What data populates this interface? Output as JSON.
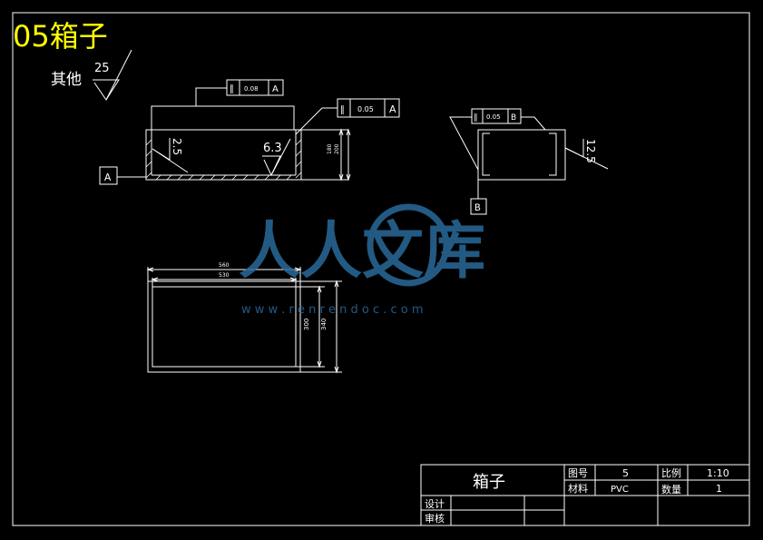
{
  "drawing_title": "05箱子",
  "roughness": {
    "other_label": "其他",
    "other_value": "25",
    "front_left": "2.5",
    "front_bottom": "6.3",
    "side_right": "12.5"
  },
  "tolerances": {
    "top_symbol": "∥",
    "top_value": "0.08",
    "top_datum": "A",
    "right_symbol": "∥",
    "right_value": "0.05",
    "right_datum": "A",
    "side_symbol": "∥",
    "side_value": "0.05",
    "side_datum": "B"
  },
  "datums": {
    "a": "A",
    "b": "B"
  },
  "dimensions": {
    "front_inner_height": "180",
    "front_outer_height": "200",
    "plan_outer_width": "560",
    "plan_inner_width": "530",
    "plan_inner_height": "300",
    "plan_outer_height": "340"
  },
  "watermark": {
    "text": "人人文库",
    "url": "w w w . r e n r e n d o c . c o m"
  },
  "title_block": {
    "part_name": "箱子",
    "drawing_no_label": "图号",
    "drawing_no_value": "5",
    "scale_label": "比例",
    "scale_value": "1:10",
    "material_label": "材料",
    "material_value": "PVC",
    "quantity_label": "数量",
    "quantity_value": "1",
    "design_label": "设计",
    "review_label": "审核"
  },
  "colors": {
    "background": "#000000",
    "lines": "#ffffff",
    "title": "#ffff00",
    "watermark": "#2a6a9a"
  }
}
